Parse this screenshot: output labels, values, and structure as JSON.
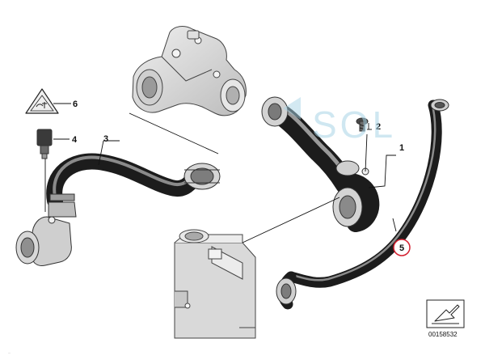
{
  "diagram": {
    "callouts": {
      "p1": "1",
      "p2": "2",
      "p3": "3",
      "p4": "4",
      "p5": "5",
      "p6": "6"
    },
    "drawing_ref": "00158532",
    "watermark": "SOL",
    "corner_mark": "..."
  },
  "colors": {
    "line": "#1a1a1a",
    "hose": "#3a3a3a",
    "hose_highlight": "#9a9a9a",
    "casting": "#d6d6d6",
    "highlight_circle": "#d42030",
    "watermark": "#a8d4e6"
  }
}
